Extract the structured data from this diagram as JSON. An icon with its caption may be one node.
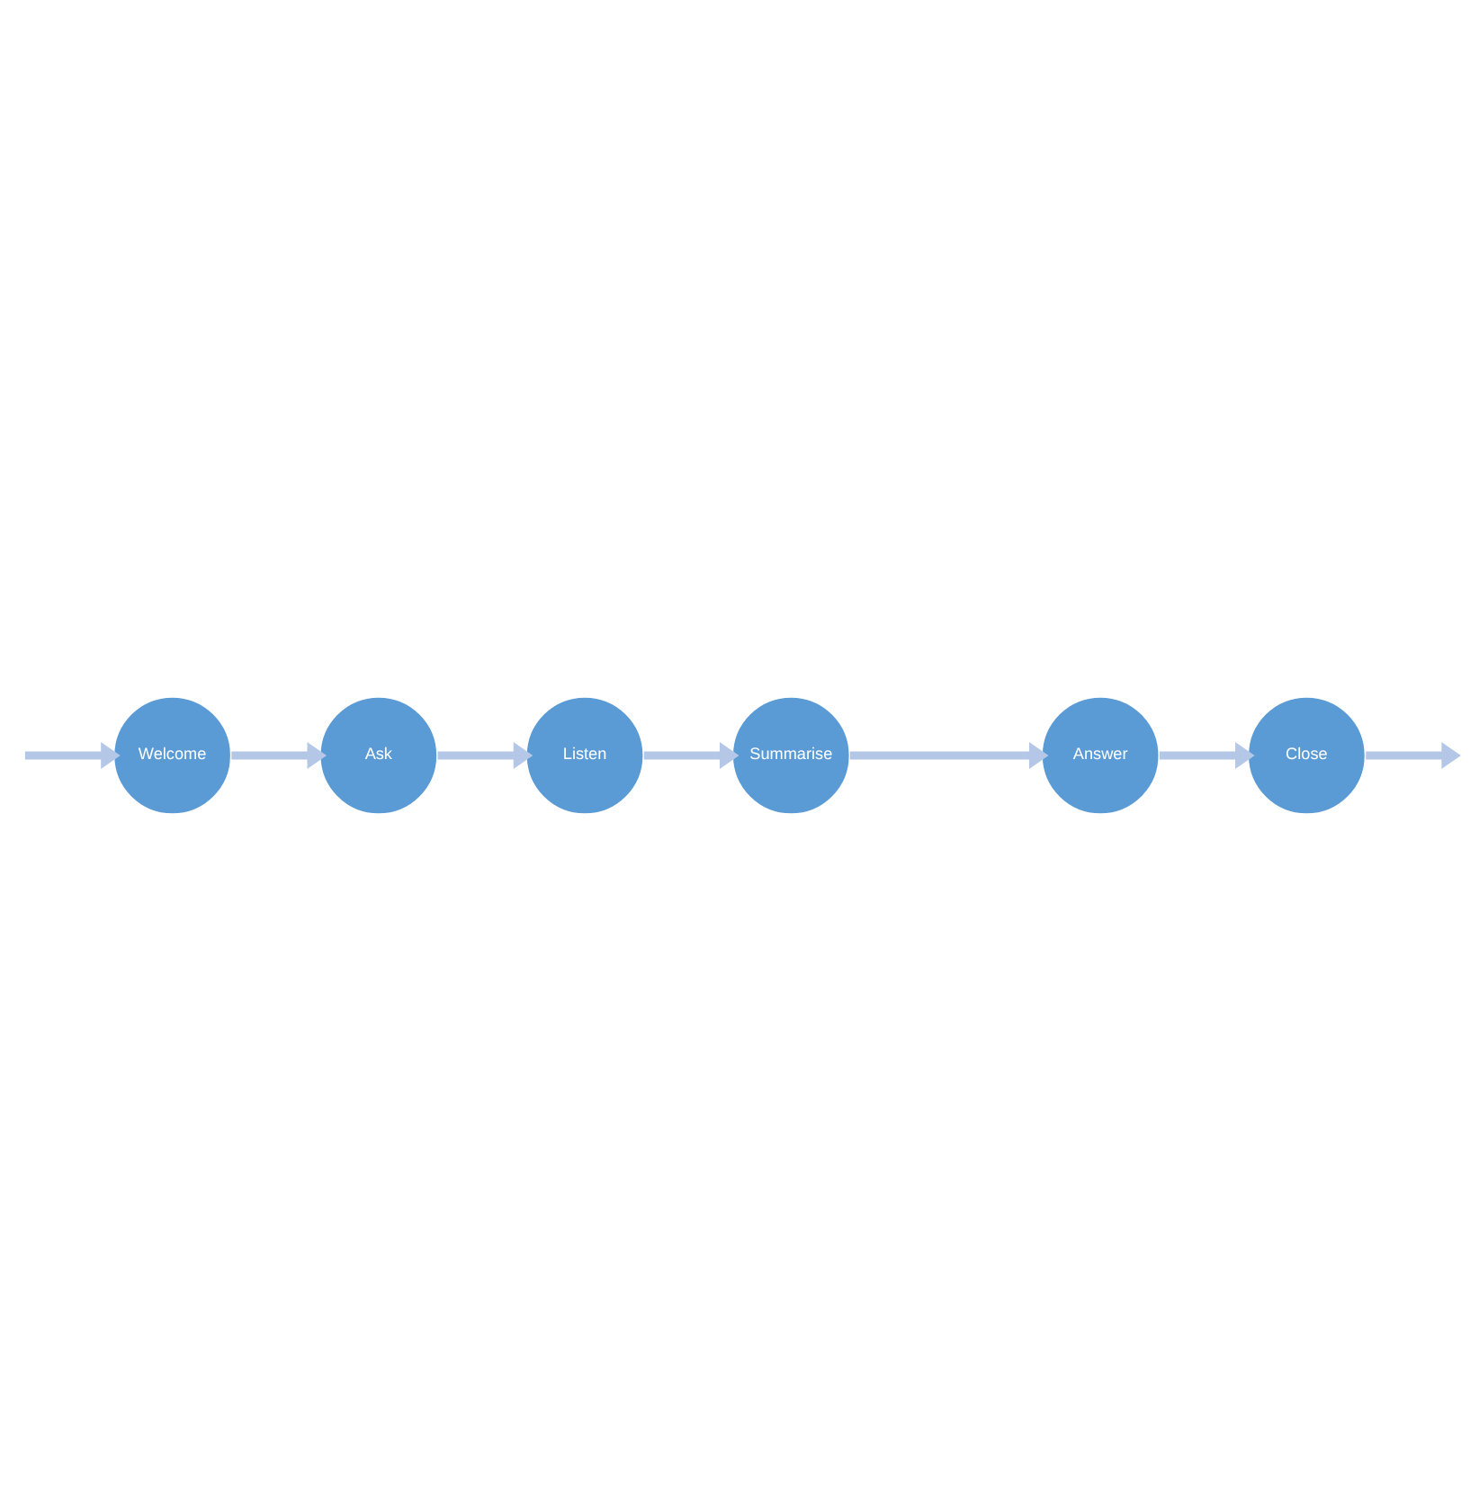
{
  "diagram": {
    "nodes": [
      {
        "text": [
          "Summarise"
        ]
      },
      {
        "text": [
          "Listen"
        ]
      },
      {
        "text": [
          "Answer"
        ]
      },
      {
        "text": [
          "Ask"
        ]
      },
      {
        "text": [
          "Close"
        ]
      },
      {
        "text": [
          "Welcome"
        ]
      }
    ],
    "edges": [
      {
        "from": null,
        "to": 5,
        "arrow": "to"
      },
      {
        "from": 5,
        "to": 3,
        "arrow": "to"
      },
      {
        "from": 3,
        "to": 1,
        "arrow": "to"
      },
      {
        "from": 1,
        "to": 0,
        "arrow": "to"
      },
      {
        "from": 0,
        "to": 2,
        "arrow": "to"
      },
      {
        "from": 2,
        "to": 4,
        "arrow": "to"
      },
      {
        "from": 4,
        "to": null,
        "arrow": "to"
      }
    ]
  }
}
